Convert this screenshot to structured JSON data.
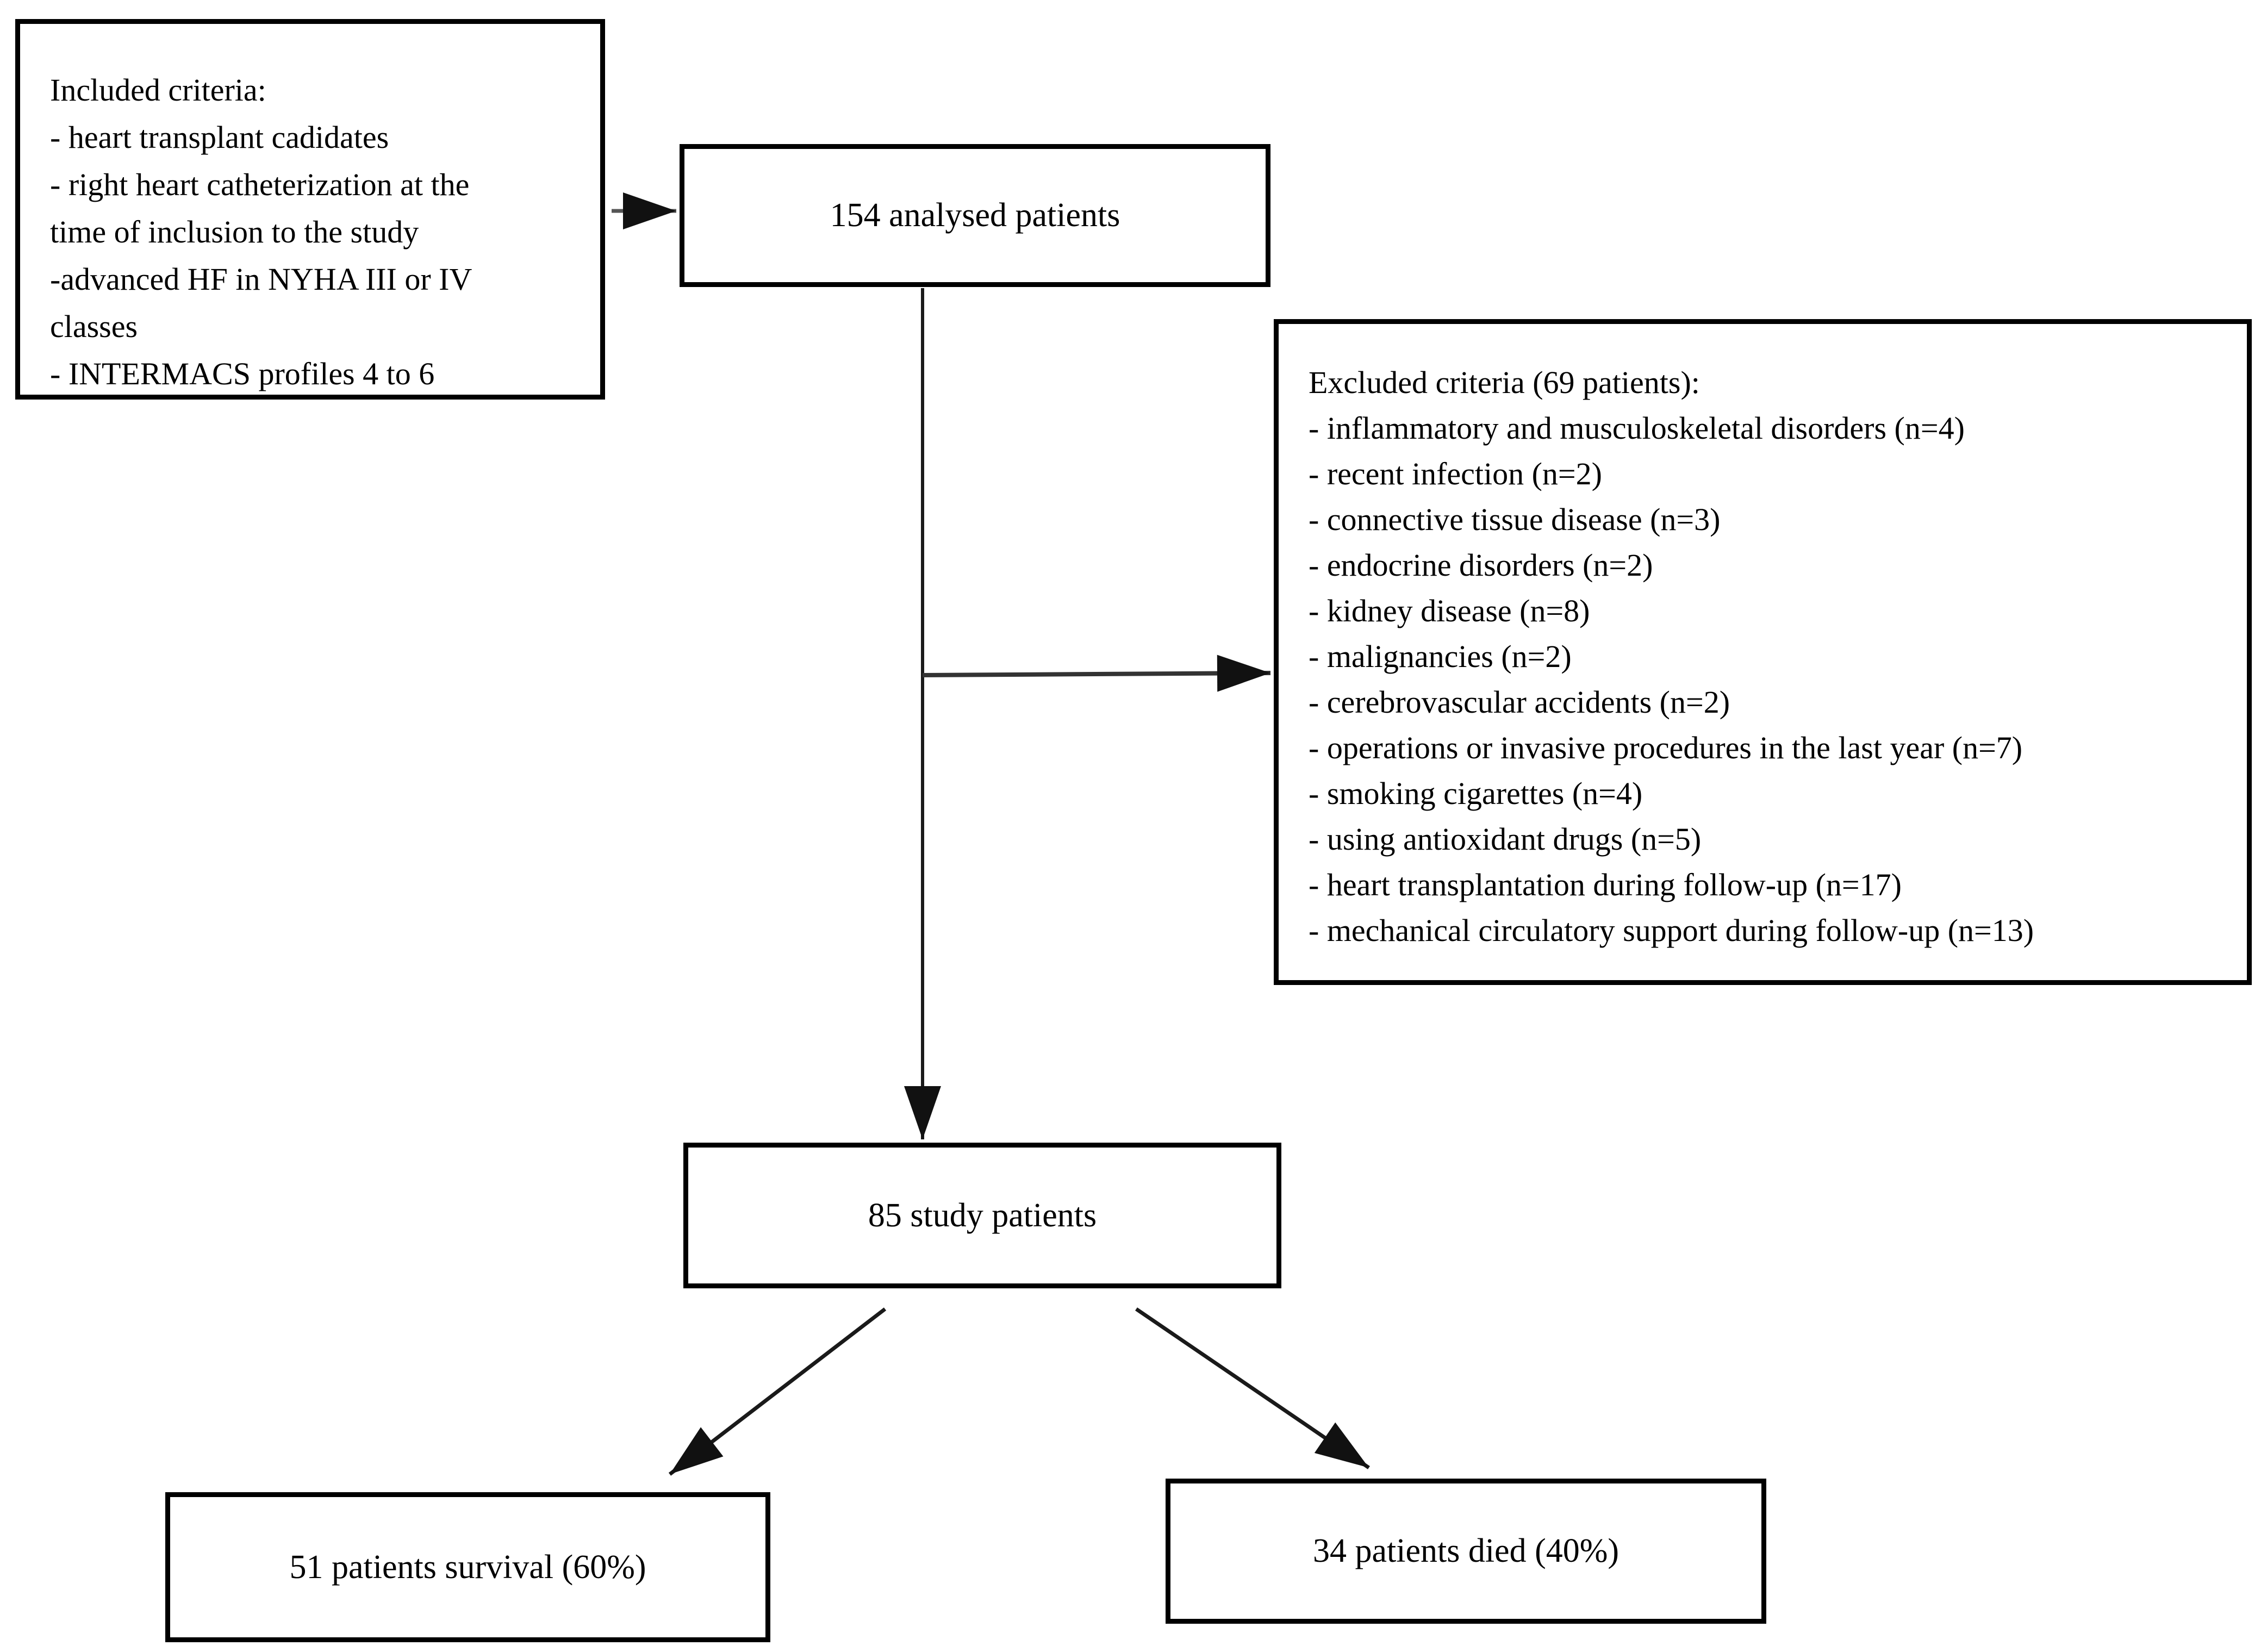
{
  "diagram": {
    "included_box": {
      "lines": [
        "Included criteria:",
        "- heart transplant cadidates",
        "- right heart catheterization at the",
        "time of inclusion to the study",
        "-advanced HF in NYHA III or IV",
        "classes",
        "- INTERMACS profiles 4 to 6"
      ]
    },
    "analysed_box": {
      "label": "154 analysed patients"
    },
    "excluded_box": {
      "lines": [
        "Excluded criteria (69 patients):",
        "- inflammatory and musculoskeletal disorders (n=4)",
        "- recent infection (n=2)",
        "- connective tissue disease (n=3)",
        "- endocrine disorders (n=2)",
        "- kidney disease (n=8)",
        "- malignancies (n=2)",
        "- cerebrovascular accidents (n=2)",
        "- operations or invasive procedures in the last year (n=7)",
        "- smoking cigarettes (n=4)",
        "- using antioxidant drugs (n=5)",
        "- heart transplantation during follow-up (n=17)",
        "- mechanical circulatory support during follow-up (n=13)"
      ]
    },
    "study_box": {
      "label": "85 study patients"
    },
    "survival_box": {
      "label": "51 patients survival (60%)"
    },
    "died_box": {
      "label": "34 patients died (40%)"
    },
    "colors": {
      "text": "#000000",
      "border": "#000000",
      "background": "#ffffff",
      "connector": "#222222"
    }
  }
}
